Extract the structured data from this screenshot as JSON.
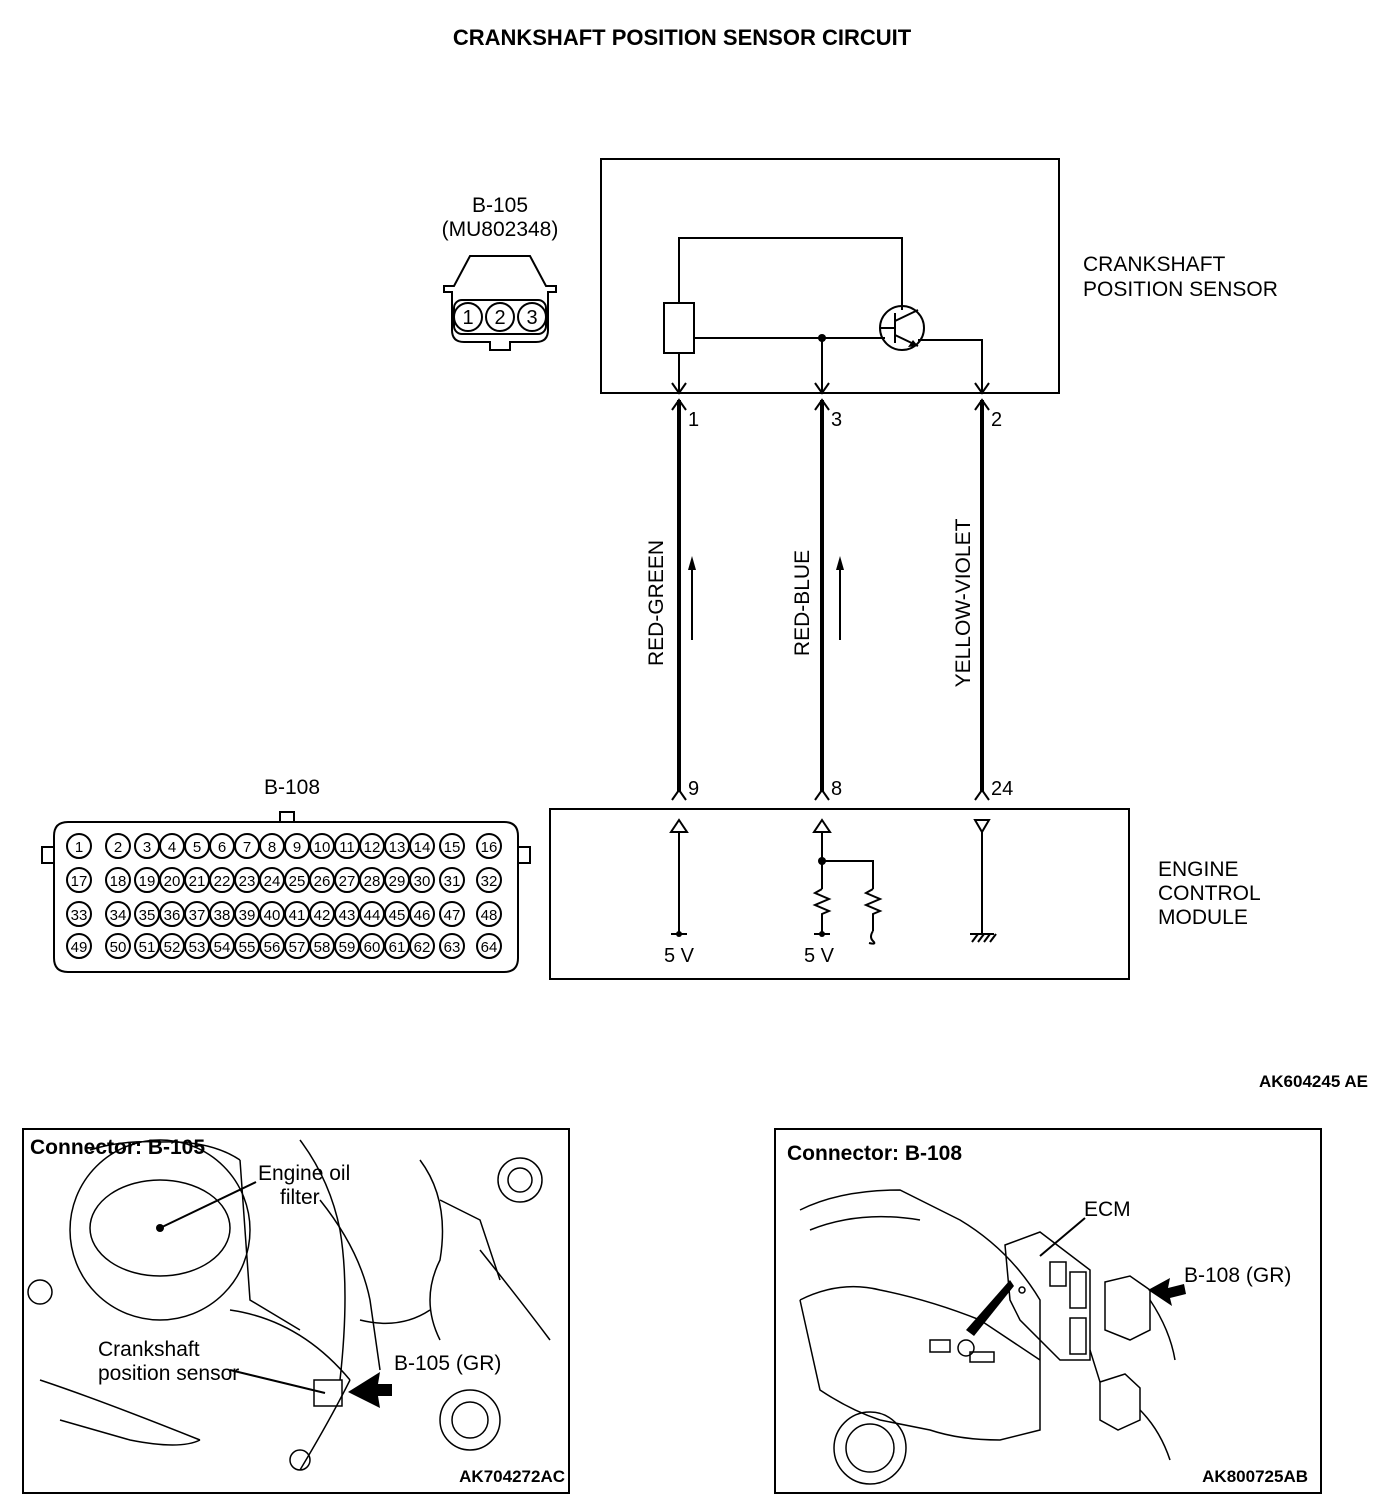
{
  "title": "CRANKSHAFT POSITION SENSOR CIRCUIT",
  "sensor": {
    "label_line1": "CRANKSHAFT",
    "label_line2": "POSITION SENSOR"
  },
  "ecm": {
    "label_line1": "ENGINE",
    "label_line2": "CONTROL",
    "label_line3": "MODULE"
  },
  "connector_b105": {
    "id": "B-105",
    "part": "(MU802348)",
    "pins": [
      "1",
      "2",
      "3"
    ]
  },
  "connector_b108": {
    "id": "B-108",
    "pins": [
      "1",
      "2",
      "3",
      "4",
      "5",
      "6",
      "7",
      "8",
      "9",
      "10",
      "11",
      "12",
      "13",
      "14",
      "15",
      "16",
      "17",
      "18",
      "19",
      "20",
      "21",
      "22",
      "23",
      "24",
      "25",
      "26",
      "27",
      "28",
      "29",
      "30",
      "31",
      "32",
      "33",
      "34",
      "35",
      "36",
      "37",
      "38",
      "39",
      "40",
      "41",
      "42",
      "43",
      "44",
      "45",
      "46",
      "47",
      "48",
      "49",
      "50",
      "51",
      "52",
      "53",
      "54",
      "55",
      "56",
      "57",
      "58",
      "59",
      "60",
      "61",
      "62",
      "63",
      "64"
    ]
  },
  "wires": [
    {
      "sensor_pin": "1",
      "ecm_pin": "9",
      "color": "RED-GREEN"
    },
    {
      "sensor_pin": "3",
      "ecm_pin": "8",
      "color": "RED-BLUE"
    },
    {
      "sensor_pin": "2",
      "ecm_pin": "24",
      "color": "YELLOW-VIOLET"
    }
  ],
  "voltage_1": "5 V",
  "voltage_2": "5 V",
  "diagram_ref": "AK604245 AE",
  "panel_left": {
    "title": "Connector: B-105",
    "callout_oil_1": "Engine oil",
    "callout_oil_2": "filter",
    "callout_sensor_1": "Crankshaft",
    "callout_sensor_2": "position sensor",
    "callout_connector": "B-105 (GR)",
    "ref": "AK704272AC"
  },
  "panel_right": {
    "title": "Connector: B-108",
    "callout_ecm": "ECM",
    "callout_connector": "B-108 (GR)",
    "ref": "AK800725AB"
  }
}
